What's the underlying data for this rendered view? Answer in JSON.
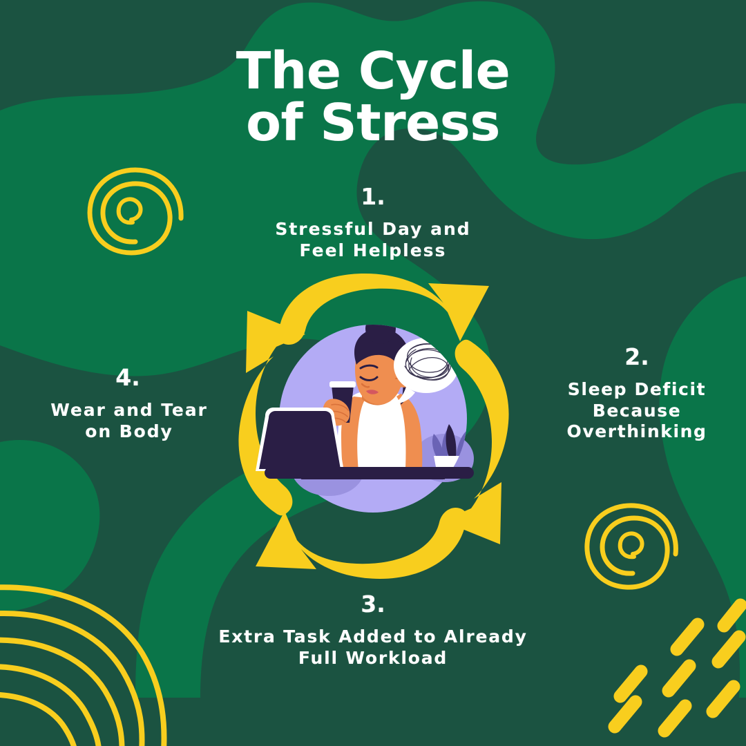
{
  "poster": {
    "title": "The Cycle\nof Stress",
    "background_color": "#1b5341",
    "blob_color": "#0a7549",
    "accent_yellow": "#f8ce1e",
    "text_color": "#ffffff"
  },
  "steps": [
    {
      "number": "1.",
      "text": "Stressful Day and\nFeel Helpless",
      "position": "top"
    },
    {
      "number": "2.",
      "text": "Sleep Deficit\nBecause\nOverthinking",
      "position": "right"
    },
    {
      "number": "3.",
      "text": "Extra Task Added to Already\nFull Workload",
      "position": "bottom"
    },
    {
      "number": "4.",
      "text": "Wear and Tear\non Body",
      "position": "left"
    }
  ],
  "cycle": {
    "direction": "clockwise",
    "arrow_color": "#f8ce1e",
    "arrows": [
      {
        "name": "arrow-top-right",
        "points": "right"
      },
      {
        "name": "arrow-right-down",
        "points": "down"
      },
      {
        "name": "arrow-bottom-left",
        "points": "left"
      },
      {
        "name": "arrow-left-up",
        "points": "up"
      }
    ]
  },
  "illustration": {
    "name": "stressed-woman-at-laptop",
    "circle_color": "#b3abf5",
    "skin_color": "#ef8e50",
    "hair_color": "#2a1e45",
    "shirt_color": "#ffffff",
    "laptop_color": "#2a1e45",
    "desk_color": "#2a1e45",
    "plant_pot_color": "#ffffff",
    "plant_leaf_color": "#6a63b5",
    "thought_bubble_color": "#ffffff",
    "scribble_color": "#3a3450",
    "coffee_cup_color": "#2a1e45"
  },
  "decorations": [
    {
      "name": "spiral-doodle-top-left",
      "color": "#f8ce1e"
    },
    {
      "name": "spiral-doodle-bottom-right",
      "color": "#f8ce1e"
    },
    {
      "name": "concentric-arcs-bottom-left",
      "color": "#f8ce1e"
    },
    {
      "name": "dash-marks-bottom-right",
      "color": "#f8ce1e"
    }
  ]
}
